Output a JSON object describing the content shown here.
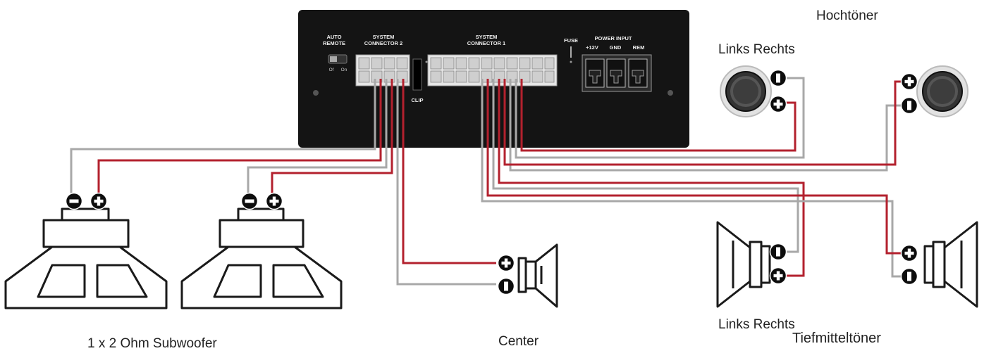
{
  "amp": {
    "auto_remote": [
      "AUTO",
      "REMOTE"
    ],
    "switch_off": "Of",
    "switch_on": "On",
    "system_connector_2": [
      "SYSTEM",
      "CONNECTOR 2"
    ],
    "system_connector_1": [
      "SYSTEM",
      "CONNECTOR 1"
    ],
    "clip": "CLIP",
    "fuse": "FUSE",
    "power_input": "POWER INPUT",
    "pin_12v": "+12V",
    "pin_gnd": "GND",
    "pin_rem": "REM"
  },
  "labels": {
    "hochtoener": "Hochtöner",
    "links_rechts_top": "Links Rechts",
    "links_rechts_bottom": "Links Rechts",
    "tiefmitteltoener": "Tiefmitteltöner",
    "center": "Center",
    "subwoofer": "1 x 2 Ohm Subwoofer"
  },
  "colors": {
    "amp_body": "#141414",
    "wire_red": "#b3212e",
    "wire_gray": "#a8a8a8",
    "speaker_line": "#1a1a1a"
  }
}
